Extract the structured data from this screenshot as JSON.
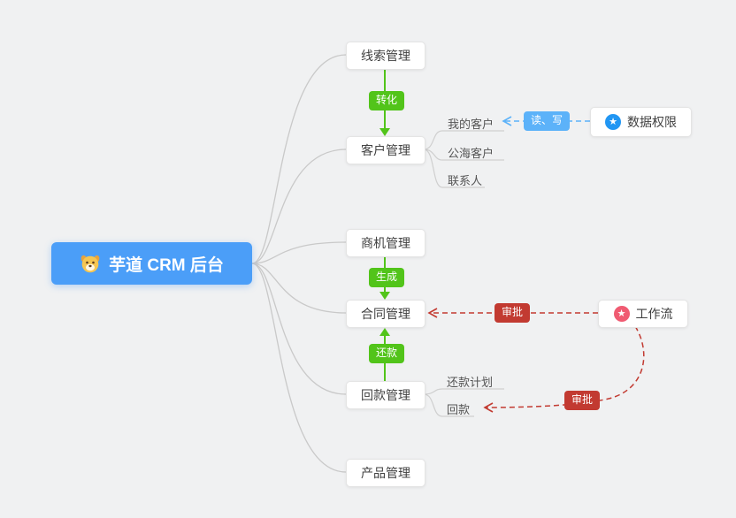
{
  "root": {
    "label": "芋道 CRM 后台"
  },
  "modules": [
    {
      "id": "leads",
      "label": "线索管理"
    },
    {
      "id": "customers",
      "label": "客户管理"
    },
    {
      "id": "opportunities",
      "label": "商机管理"
    },
    {
      "id": "contracts",
      "label": "合同管理"
    },
    {
      "id": "receivables",
      "label": "回款管理"
    },
    {
      "id": "products",
      "label": "产品管理"
    }
  ],
  "customers_children": [
    "我的客户",
    "公海客户",
    "联系人"
  ],
  "receivables_children": [
    "还款计划",
    "回款"
  ],
  "edges": {
    "convert": "转化",
    "generate": "生成",
    "repay": "还款",
    "read_write": "读、写",
    "approve_contract": "审批",
    "approve_receivable": "审批"
  },
  "side_nodes": {
    "data_permission": {
      "label": "数据权限"
    },
    "workflow": {
      "label": "工作流"
    }
  },
  "icons": {
    "star": "★"
  },
  "colors": {
    "primary_blue": "#4b9ef8",
    "green": "#52c41a",
    "dark_red": "#c23a31",
    "light_blue": "#5cb2f9",
    "star_blue": "#2196f3",
    "star_red": "#f05b72",
    "background": "#f0f1f2"
  }
}
